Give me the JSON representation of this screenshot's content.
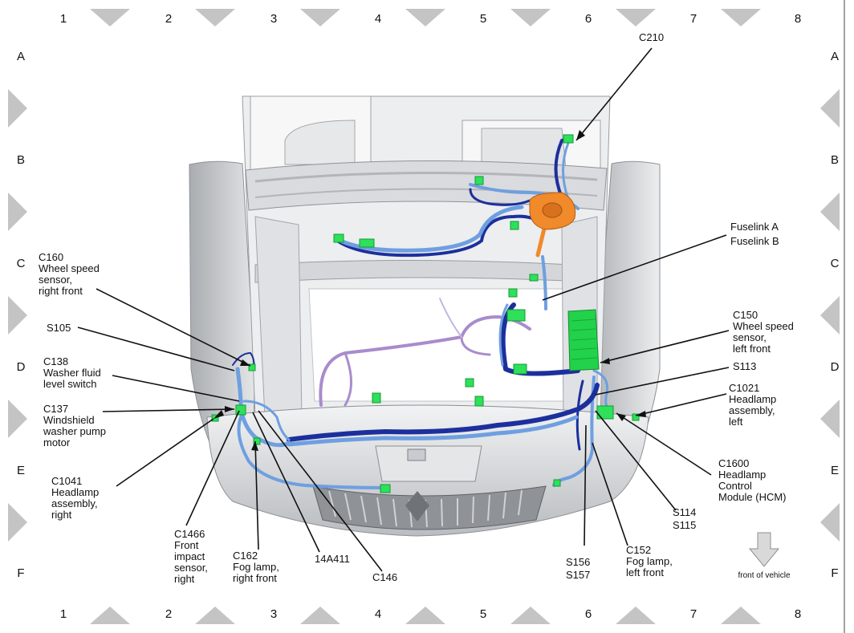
{
  "grid": {
    "columns": [
      "1",
      "2",
      "3",
      "4",
      "5",
      "6",
      "7",
      "8"
    ],
    "rows": [
      "A",
      "B",
      "C",
      "D",
      "E",
      "F"
    ]
  },
  "labels": {
    "c210": "C210",
    "fuselink_a": "Fuselink A",
    "fuselink_b": "Fuselink B",
    "c160": [
      "C160",
      "Wheel speed",
      "sensor,",
      "right front"
    ],
    "s105": "S105",
    "c138": [
      "C138",
      "Washer fluid",
      "level switch"
    ],
    "c137": [
      "C137",
      "Windshield",
      "washer pump",
      "motor"
    ],
    "c1041": [
      "C1041",
      "Headlamp",
      "assembly,",
      "right"
    ],
    "c1466": [
      "C1466",
      "Front",
      "impact",
      "sensor,",
      "right"
    ],
    "c162": [
      "C162",
      "Fog lamp,",
      "right front"
    ],
    "w14a411": "14A411",
    "c146": "C146",
    "c150": [
      "C150",
      "Wheel speed",
      "sensor,",
      "left front"
    ],
    "s113": "S113",
    "c1021": [
      "C1021",
      "Headlamp",
      "assembly,",
      "left"
    ],
    "c1600": [
      "C1600",
      "Headlamp",
      "Control",
      "Module (HCM)"
    ],
    "s114_s115": [
      "S114",
      "S115"
    ],
    "s156_s157": [
      "S156",
      "S157"
    ],
    "c152": [
      "C152",
      "Fog lamp,",
      "left front"
    ],
    "front_of_vehicle": "front of vehicle"
  },
  "colors": {
    "harness_light": "#6f9fe0",
    "harness_dark": "#1c2f9c",
    "connector_green": "#2ee05a",
    "fuse_box_orange": "#f08a2a",
    "module_green": "#22d24a",
    "harness_purple": "#a98ccc",
    "vehicle_gray": "#cfd2d6",
    "grid_marker_gray": "#c4c4c4"
  }
}
